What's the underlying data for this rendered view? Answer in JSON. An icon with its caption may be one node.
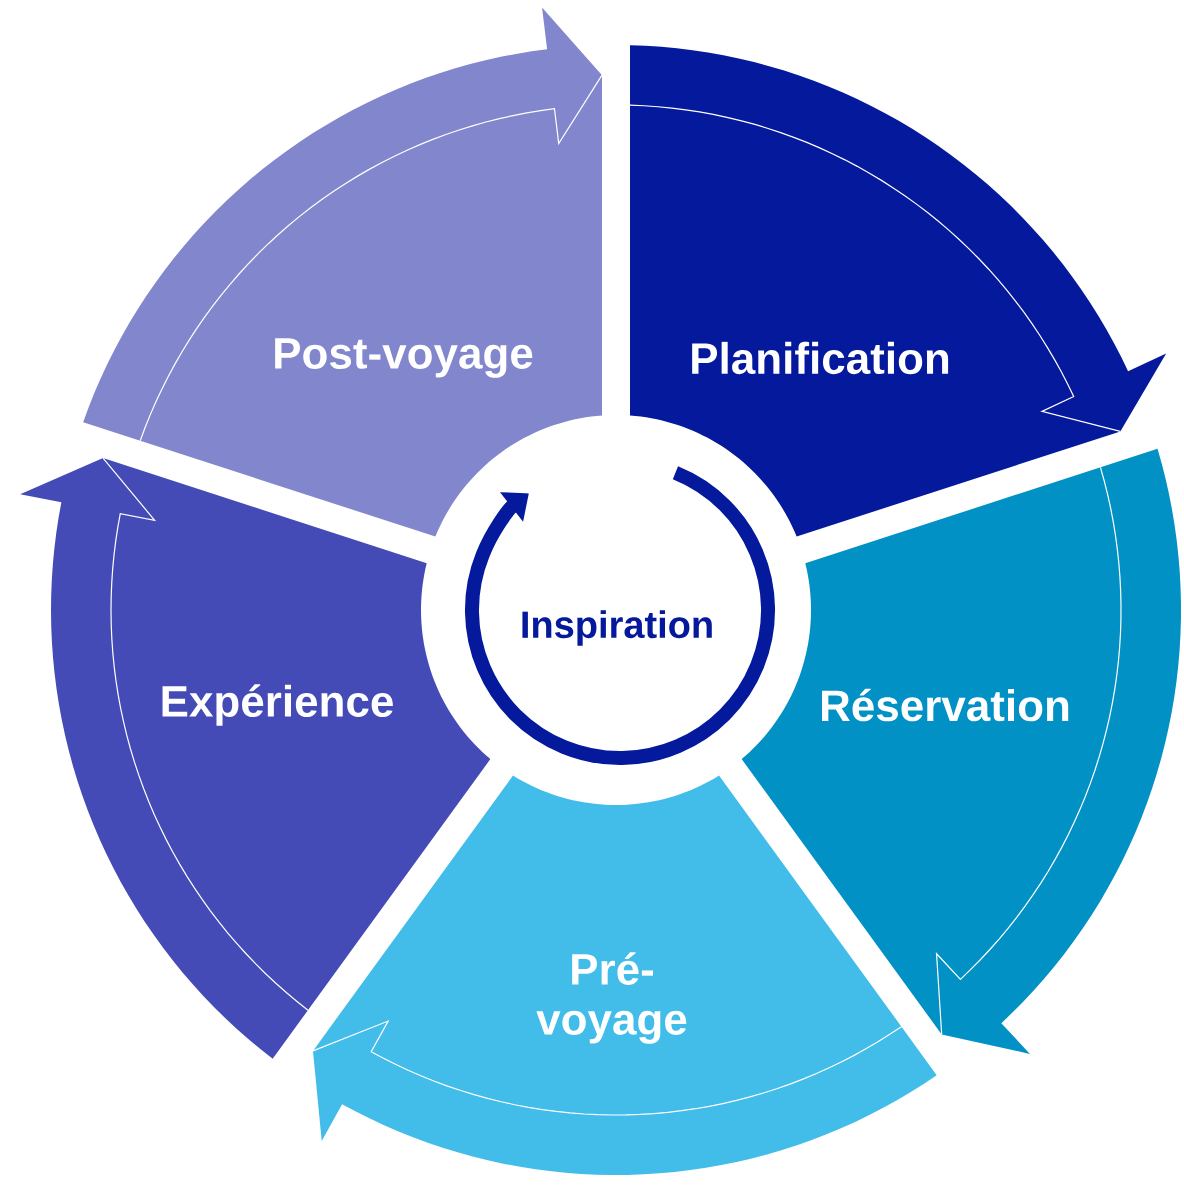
{
  "diagram": {
    "nodes": [
      {
        "text": [
          "Post-voyage"
        ]
      },
      {
        "text": [
          "Planification"
        ]
      },
      {
        "text": [
          "Inspiration"
        ]
      },
      {
        "text": [
          "Expérience"
        ]
      },
      {
        "text": [
          "Réservation"
        ]
      },
      {
        "text": [
          "Pré-voyage"
        ]
      }
    ]
  }
}
